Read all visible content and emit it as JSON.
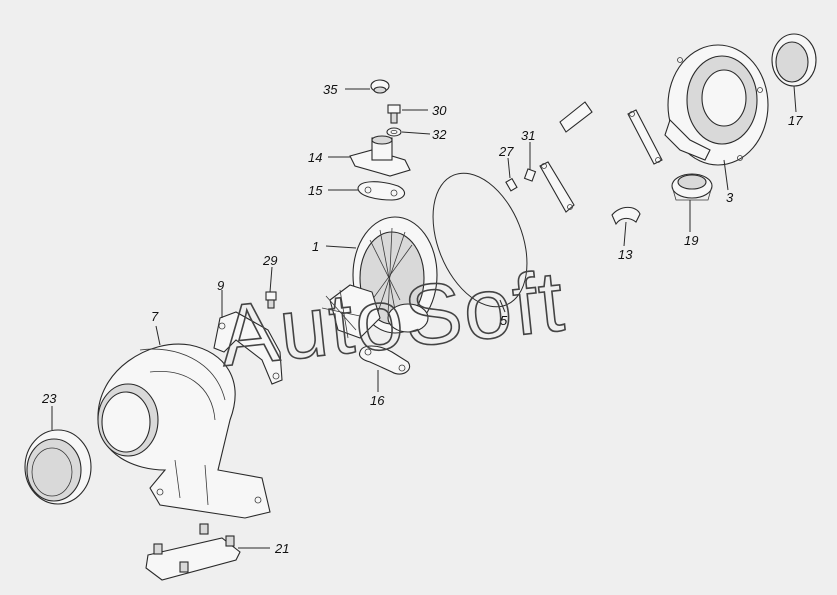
{
  "watermark": {
    "text": "AutoSoft"
  },
  "callouts": {
    "c1": "1",
    "c3": "3",
    "c5": "5",
    "c7": "7",
    "c9": "9",
    "c13": "13",
    "c14": "14",
    "c15": "15",
    "c16": "16",
    "c17": "17",
    "c19": "19",
    "c21": "21",
    "c23": "23",
    "c27": "27",
    "c29": "29",
    "c30": "30",
    "c31": "31",
    "c32": "32",
    "c35": "35"
  }
}
